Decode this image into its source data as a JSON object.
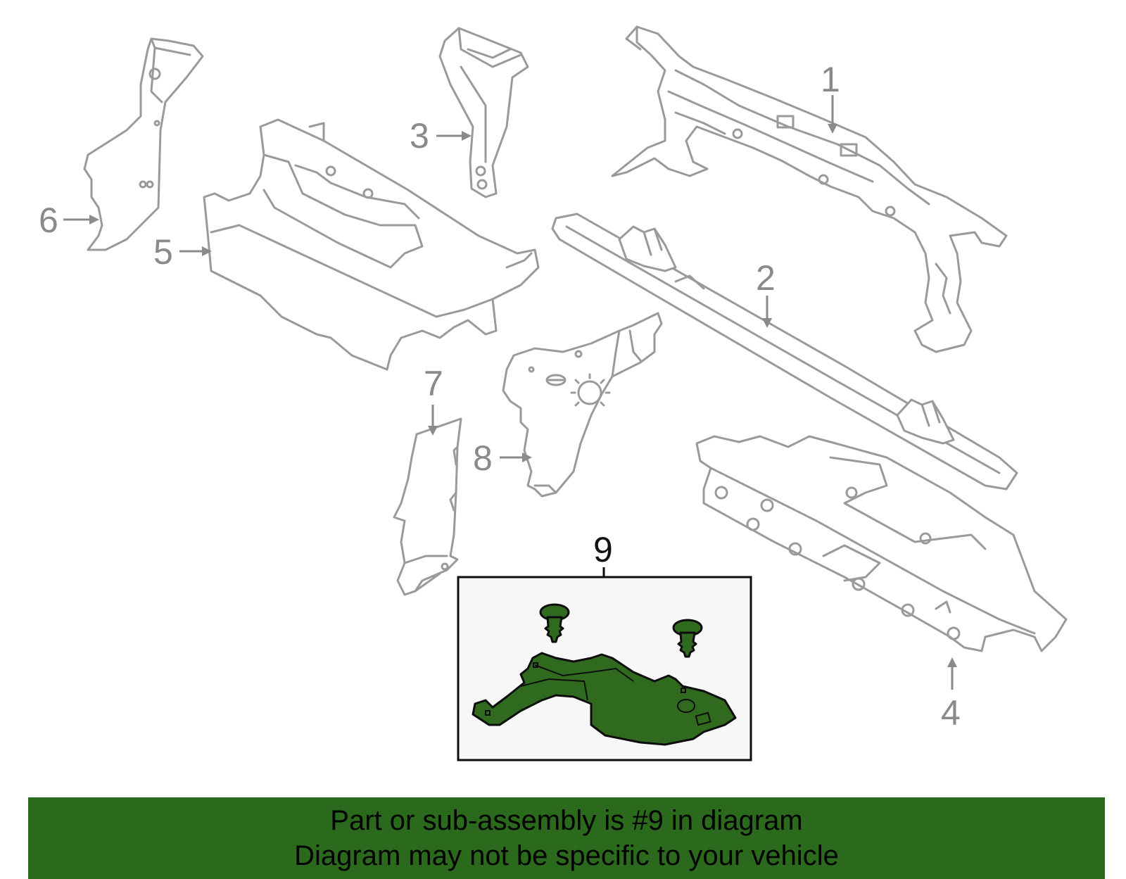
{
  "diagram": {
    "callouts": {
      "c1": "1",
      "c2": "2",
      "c3": "3",
      "c4": "4",
      "c5": "5",
      "c6": "6",
      "c7": "7",
      "c8": "8",
      "c9": "9"
    },
    "highlighted_part": "9",
    "colors": {
      "part_outline": "#9a9a9a",
      "highlight_fill": "#2f6a1f",
      "banner": "#2b6a1c"
    }
  },
  "footer": {
    "line1": "Part or sub-assembly is #9 in diagram",
    "line2": "Diagram may not be specific to your vehicle"
  }
}
